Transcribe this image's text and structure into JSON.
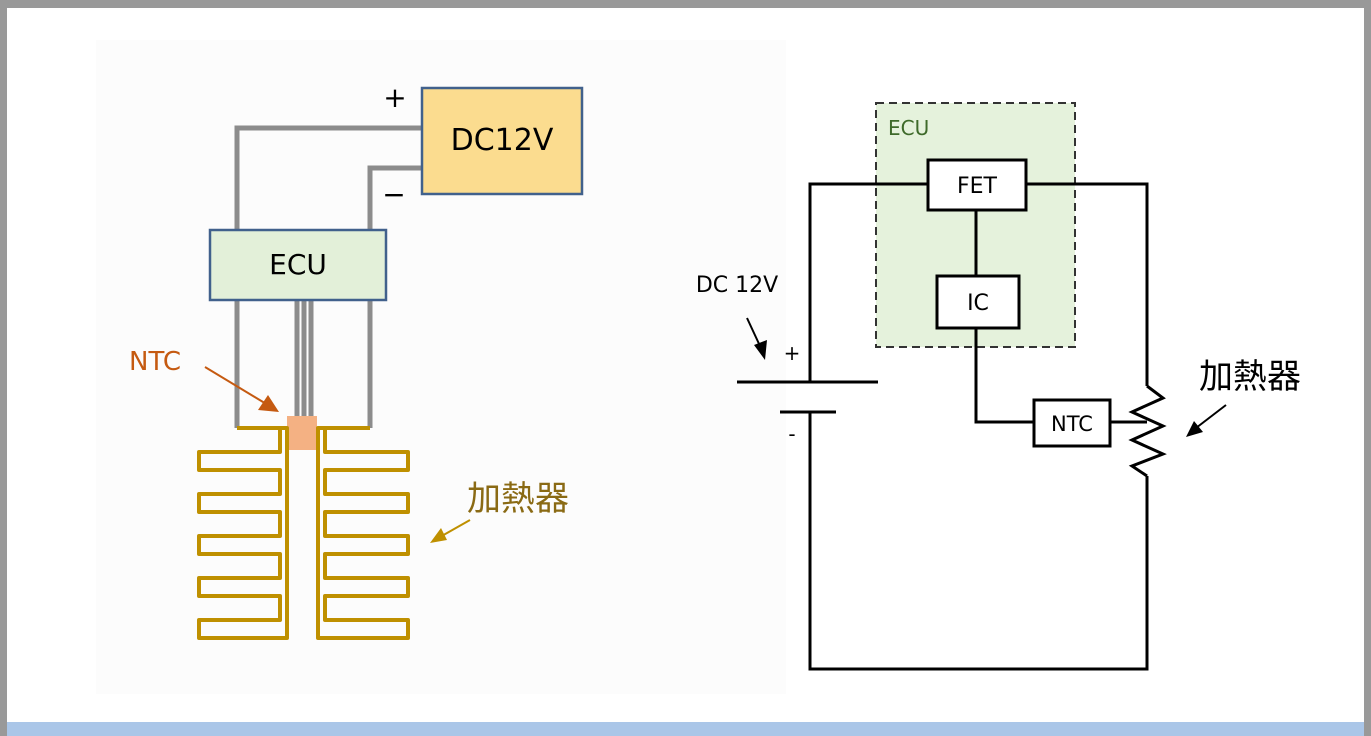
{
  "left_diagram": {
    "power_label": "DC12V",
    "plus_sign": "+",
    "minus_sign": "−",
    "ecu_label": "ECU",
    "ntc_label": "NTC",
    "heater_label": "加熱器",
    "colors": {
      "power_fill": "#fbdc8f",
      "box_stroke": "#41618c",
      "ecu_fill": "#e3f0d9",
      "wire": "#8c8c8c",
      "ntc_color": "#c55a11",
      "ntc_fill": "#f4b183",
      "heater": "#bf9000",
      "heater_label_color": "#8a6a14"
    }
  },
  "right_diagram": {
    "ecu_label": "ECU",
    "fet_label": "FET",
    "ic_label": "IC",
    "ntc_label": "NTC",
    "battery_label": "DC 12V",
    "plus_sign": "+",
    "minus_sign": "-",
    "heater_label": "加熱器",
    "colors": {
      "ecu_fill": "#e5f2dc",
      "wire": "#000000"
    }
  }
}
